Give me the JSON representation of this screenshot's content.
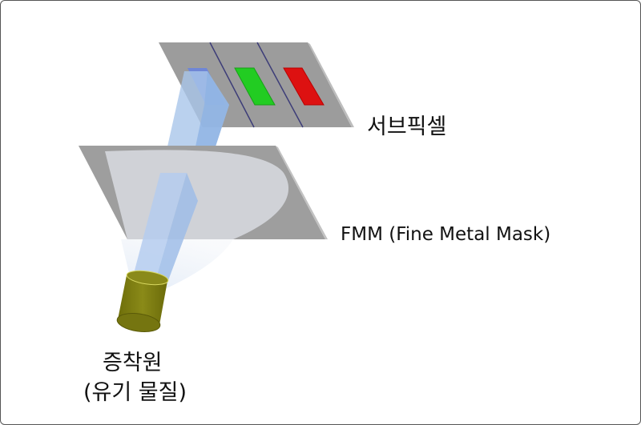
{
  "labels": {
    "subpixel": "서브픽셀",
    "fmm": "FMM (Fine Metal Mask)",
    "source_line1": "증착원",
    "source_line2": "(유기 물질)"
  },
  "colors": {
    "plate": "#9e9e9e",
    "blue_subpixel": "#6f86d6",
    "green_subpixel": "#22cc22",
    "red_subpixel": "#dd1111",
    "source": "#7a7a10",
    "beam": "#a9c6ea"
  }
}
